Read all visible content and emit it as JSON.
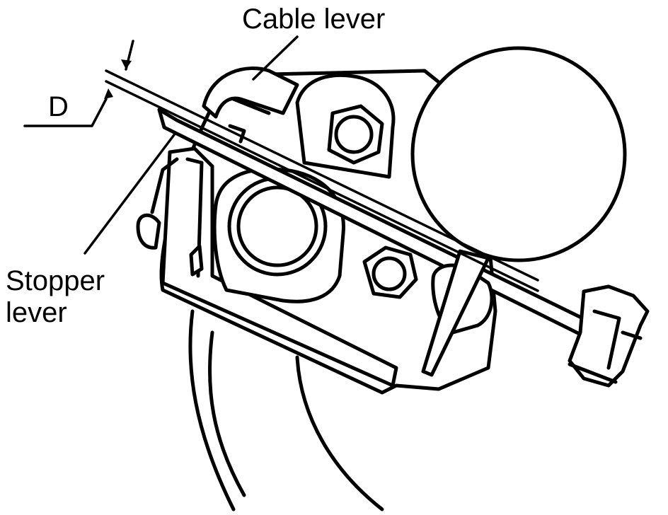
{
  "labels": {
    "cable_lever": "Cable lever",
    "dimension": "D",
    "stopper_line1": "Stopper",
    "stopper_line2": "lever"
  },
  "colors": {
    "ink": "#000000",
    "paper": "#ffffff"
  }
}
